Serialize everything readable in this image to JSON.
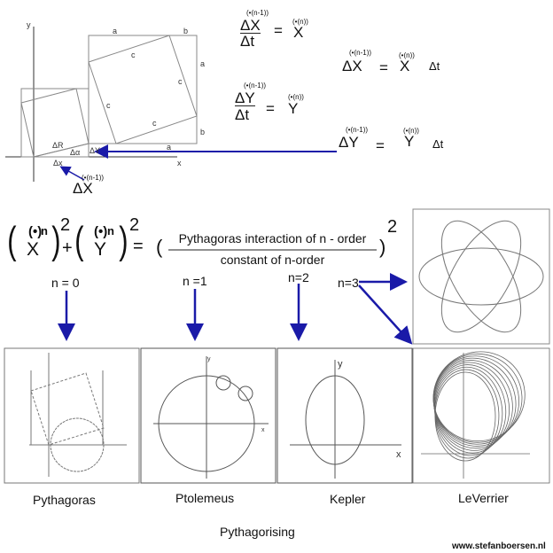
{
  "diagram": {
    "axis_labels": {
      "x": "x",
      "y": "y"
    },
    "side_labels": {
      "a": "a",
      "b": "b",
      "c": "c"
    },
    "small_labels": {
      "delta_r": "ΔR",
      "delta_alpha": "Δα",
      "delta_x": "Δx",
      "delta_y": "ΔY"
    },
    "delta_x_callout": "ΔX",
    "superscript_prev": "(•(n-1))",
    "superscript_n": "(•(n))"
  },
  "equations": {
    "dx_num": "ΔX",
    "dt": "Δt",
    "x": "X",
    "eq": "=",
    "dy_num": "ΔY",
    "y": "Y",
    "dx_product": "ΔX",
    "dy_product": "ΔY",
    "times_dt": "Δt"
  },
  "main_equation": {
    "x_term": "X",
    "y_term": "Y",
    "n": "n",
    "dot": "(•)",
    "power": "2",
    "plus": "+",
    "equals": "=",
    "numerator": "Pythagoras interaction of n - order",
    "denominator": "constant of n-order"
  },
  "orders": [
    "n = 0",
    "n =1",
    "n=2",
    "n=3"
  ],
  "panels": [
    {
      "title": "Pythagoras"
    },
    {
      "title": "Ptolemeus"
    },
    {
      "title": "Kepler"
    },
    {
      "title": "LeVerrier"
    }
  ],
  "caption": "Pythagorising",
  "website": "www.stefanboersen.nl",
  "colors": {
    "arrow": "#1a1aa8",
    "line": "#777777"
  }
}
